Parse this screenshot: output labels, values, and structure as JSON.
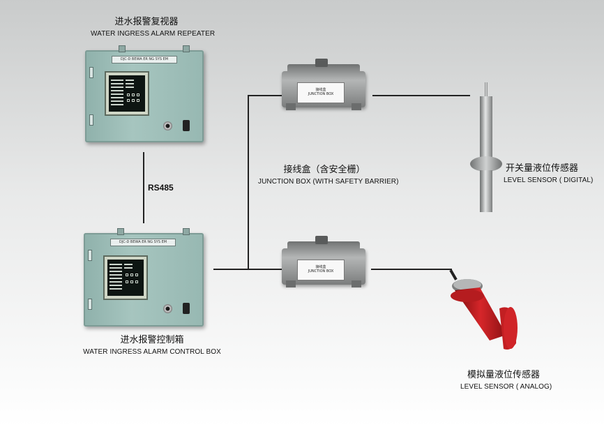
{
  "repeater": {
    "title_cn": "进水报警复视器",
    "title_en": "WATER INGRESS ALARM REPEATER",
    "nameplate": "DJC-D BEWA ER NG SYS EM"
  },
  "control_box": {
    "title_cn": "进水报警控制箱",
    "title_en": "WATER INGRESS ALARM CONTROL BOX",
    "nameplate": "DJC-D BEWA ER NG SYS EM"
  },
  "link": {
    "label": "RS485"
  },
  "junction_box": {
    "title_cn": "接线盒（含安全栅）",
    "title_en": "JUNCTION BOX (WITH SAFETY BARRIER)",
    "plate_cn": "接线盒",
    "plate_en": "JUNCTION BOX"
  },
  "digital_sensor": {
    "title_cn": "开关量液位传感器",
    "title_en": "LEVEL SENSOR ( DIGITAL)"
  },
  "analog_sensor": {
    "title_cn": "模拟量液位传感器",
    "title_en": "LEVEL SENSOR ( ANALOG)"
  },
  "colors": {
    "cabinet": "#9fbdb8",
    "wire": "#222222",
    "analog_sensor": "#c0181a"
  }
}
